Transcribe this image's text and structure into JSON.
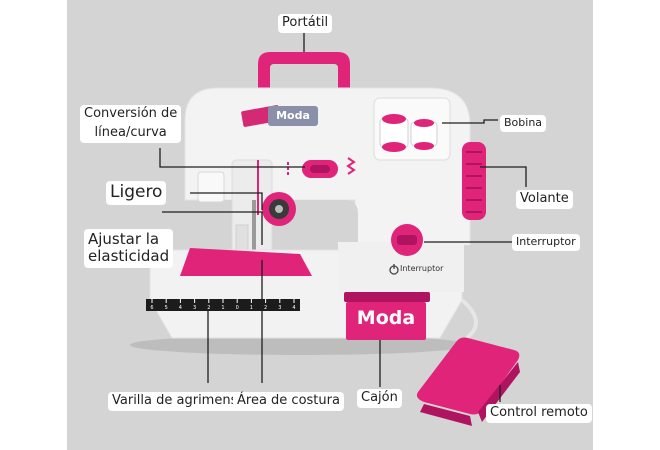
{
  "labels": {
    "portatil": "Portátil",
    "conversion_line1": "Conversión de",
    "conversion_line2": "línea/curva",
    "bobina": "Bobina",
    "ligero": "Ligero",
    "volante": "Volante",
    "ajustar_line1": "Ajustar la",
    "ajustar_line2": "elasticidad",
    "interruptor": "Interruptor",
    "varilla": "Varilla de agrimensor",
    "area": "Área de costura",
    "cajon": "Cajón",
    "control": "Control remoto"
  },
  "machine": {
    "sticker_text": "Moda",
    "drawer_text": "Moda",
    "switch_text": "Interruptor",
    "ruler_ticks": [
      "6",
      "5",
      "4",
      "3",
      "2",
      "1",
      "0",
      "1",
      "2",
      "3",
      "4"
    ]
  },
  "colors": {
    "accent": "#e0247a",
    "accent_dark": "#b01460",
    "body": "#f2f2f2",
    "background": "#d4d4d4"
  }
}
